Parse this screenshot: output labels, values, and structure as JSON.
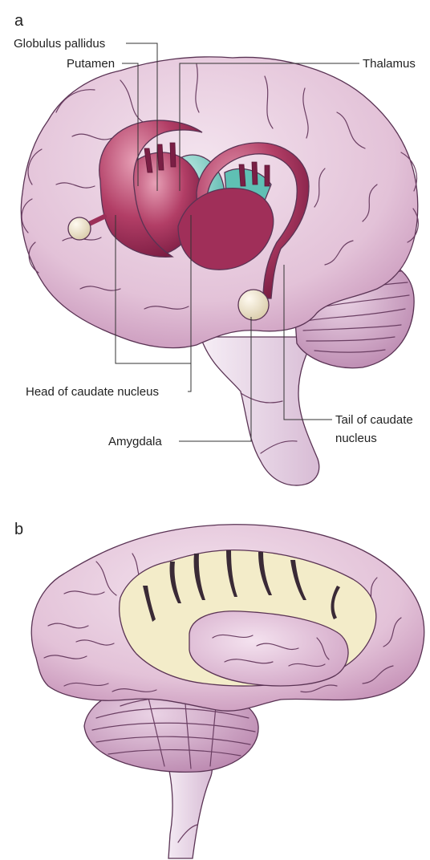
{
  "panels": {
    "a": "a",
    "b": "b"
  },
  "labels": {
    "globulus_pallidus": "Globulus pallidus",
    "putamen": "Putamen",
    "thalamus": "Thalamus",
    "head_of_caudate": "Head of caudate nucleus",
    "amygdala": "Amygdala",
    "tail_of_caudate_line1": "Tail of caudate",
    "tail_of_caudate_line2": "nucleus"
  },
  "colors": {
    "cortex": "#e6c7dc",
    "cortex_shadow": "#c89bbb",
    "caudate": "#a8345c",
    "putamen": "#9c2f58",
    "globus_pallidus": "#c9e6b5",
    "thalamus": "#7fd0c6",
    "amygdala": "#efe6c6",
    "white_matter": "#f2eac8",
    "cerebellum": "#cfa2c4",
    "brainstem": "#efe0ee"
  }
}
